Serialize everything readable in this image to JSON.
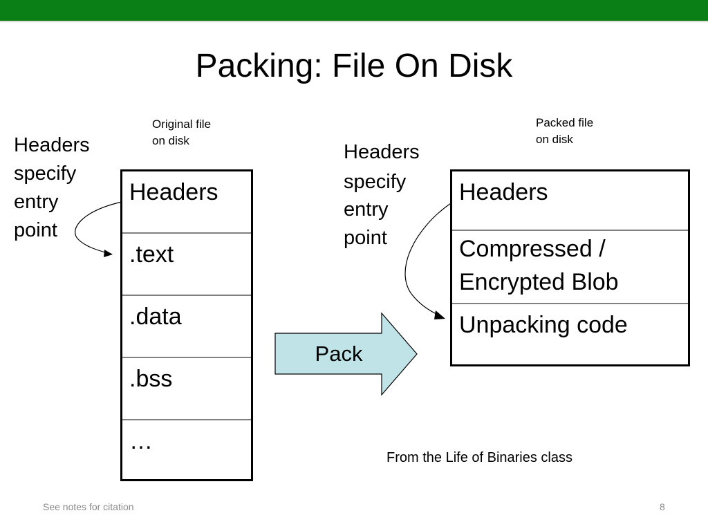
{
  "slide": {
    "title": "Packing: File On Disk",
    "accent_color": "#0a7f16",
    "footer_left": "See notes for citation",
    "page_number": "8",
    "source_note": "From the Life of Binaries class"
  },
  "original": {
    "caption_line1": "Original file",
    "caption_line2": "on disk",
    "side_line1": "Headers",
    "side_line2": "specify",
    "side_line3": "entry",
    "side_line4": "point",
    "sections": [
      "Headers",
      ".text",
      ".data",
      ".bss",
      "…"
    ]
  },
  "packed": {
    "caption_line1": "Packed file",
    "caption_line2": "on disk",
    "side_line1": "Headers",
    "side_line2": "specify",
    "side_line3": "entry",
    "side_line4": "point",
    "sections": [
      "Headers",
      "Compressed /\nEncrypted Blob",
      "Unpacking code"
    ]
  },
  "arrow": {
    "label": "Pack",
    "fill_color": "#bfe3e6"
  }
}
